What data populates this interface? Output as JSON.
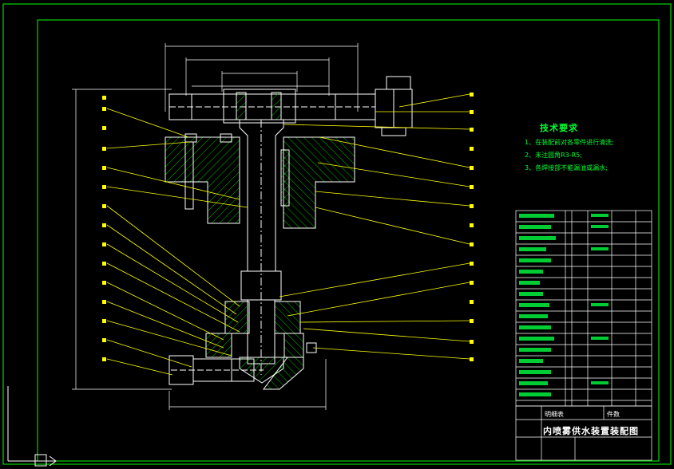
{
  "drawing": {
    "title": "内喷雾供水装置装配图",
    "technical_requirements": {
      "heading": "技术要求",
      "items": [
        "1、在装配前对各零件进行清洗;",
        "2、未注圆角R3-R5;",
        "3、各焊接部不能漏油或漏水;"
      ]
    },
    "title_block": {
      "bom_label": "明细表",
      "unit_label": "件数"
    },
    "colors": {
      "frame": "#00ff00",
      "outline": "#ffffff",
      "hatch": "#00cc00",
      "leader": "#ffff00",
      "dimension": "#ffffff",
      "background": "#000000"
    }
  }
}
